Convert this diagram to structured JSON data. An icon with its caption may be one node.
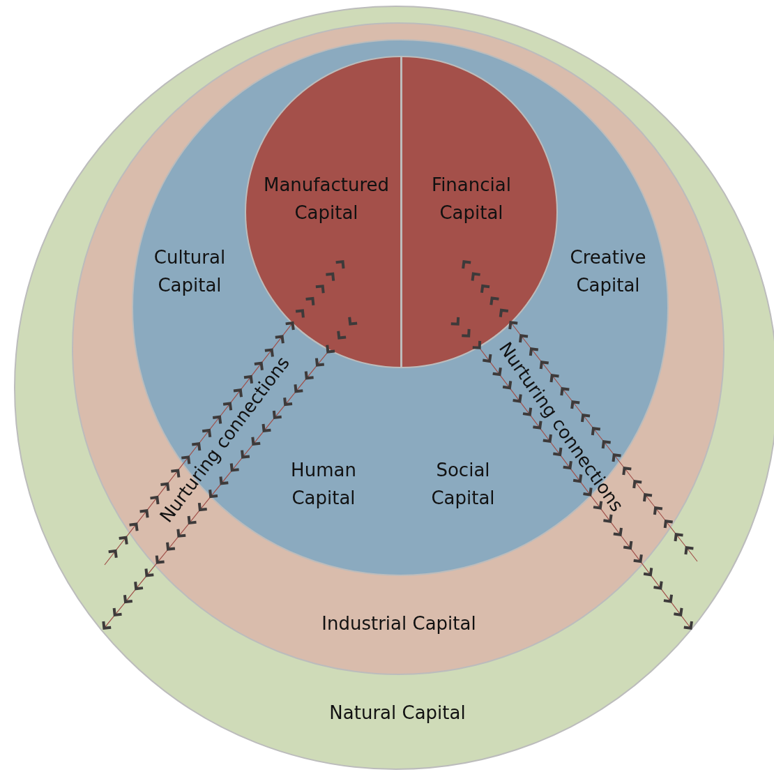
{
  "diagram": {
    "nodes": [
      {
        "text": [
          "Natural Capital"
        ]
      },
      {
        "text": [
          "Industrial Capital"
        ],
        "in": 0
      },
      {
        "text": [
          "Cultural Capital",
          "Creative Capital",
          "Human Capital",
          "Social Capital"
        ],
        "in": 1
      },
      {
        "text": [
          "Manufactured Capital"
        ],
        "in": 2
      },
      {
        "text": [
          "Financial Capital"
        ],
        "in": 2
      }
    ],
    "edges": [
      {
        "from": null,
        "to": 3,
        "arrow": "to"
      },
      {
        "from": 3,
        "to": null,
        "arrow": "to"
      },
      {
        "from": null,
        "to": 4,
        "arrow": "to"
      },
      {
        "from": 4,
        "to": null,
        "arrow": "to"
      }
    ],
    "labels": [
      "Nurturing connections",
      "Nurturing connections"
    ]
  }
}
